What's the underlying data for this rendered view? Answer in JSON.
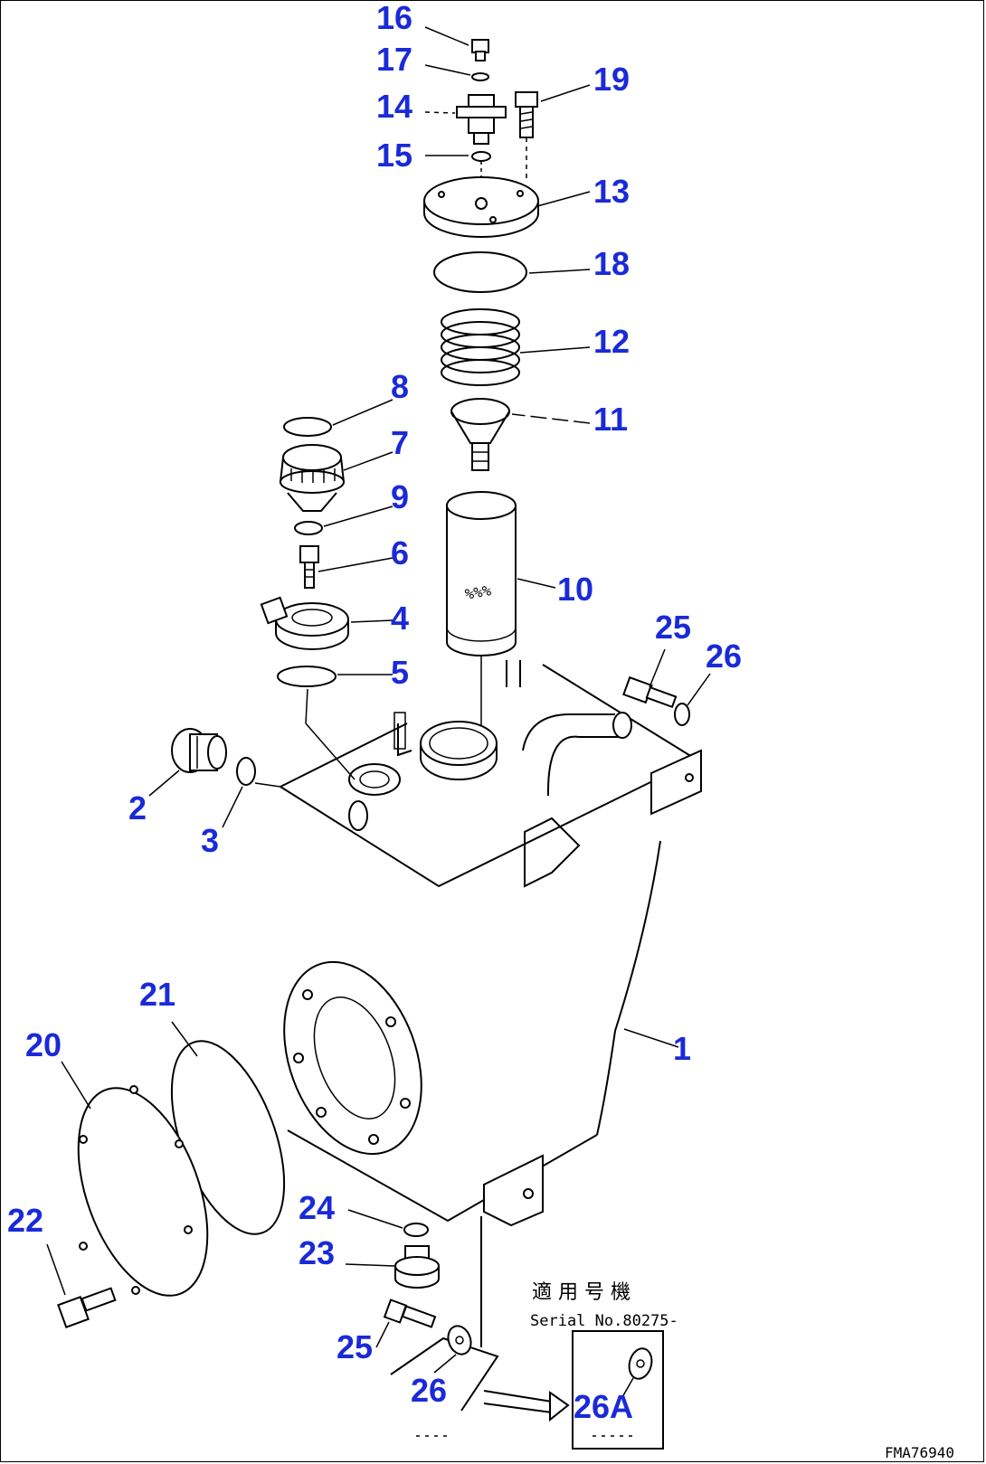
{
  "diagram": {
    "callouts": [
      {
        "id": "c16",
        "label": "16"
      },
      {
        "id": "c17",
        "label": "17"
      },
      {
        "id": "c14",
        "label": "14"
      },
      {
        "id": "c15",
        "label": "15"
      },
      {
        "id": "c19",
        "label": "19"
      },
      {
        "id": "c13",
        "label": "13"
      },
      {
        "id": "c18",
        "label": "18"
      },
      {
        "id": "c12",
        "label": "12"
      },
      {
        "id": "c11",
        "label": "11"
      },
      {
        "id": "c8",
        "label": "8"
      },
      {
        "id": "c7",
        "label": "7"
      },
      {
        "id": "c9",
        "label": "9"
      },
      {
        "id": "c6",
        "label": "6"
      },
      {
        "id": "c10",
        "label": "10"
      },
      {
        "id": "c4",
        "label": "4"
      },
      {
        "id": "c5",
        "label": "5"
      },
      {
        "id": "c25a",
        "label": "25"
      },
      {
        "id": "c26a",
        "label": "26"
      },
      {
        "id": "c2",
        "label": "2"
      },
      {
        "id": "c3",
        "label": "3"
      },
      {
        "id": "c1",
        "label": "1"
      },
      {
        "id": "c21",
        "label": "21"
      },
      {
        "id": "c20",
        "label": "20"
      },
      {
        "id": "c22",
        "label": "22"
      },
      {
        "id": "c24",
        "label": "24"
      },
      {
        "id": "c23",
        "label": "23"
      },
      {
        "id": "c25b",
        "label": "25"
      },
      {
        "id": "c26b",
        "label": "26"
      },
      {
        "id": "c26A",
        "label": "26A"
      }
    ],
    "applicability_label": "適 用 号 機",
    "serial_label": "Serial No.80275-",
    "figure_code": "FMA76940"
  }
}
